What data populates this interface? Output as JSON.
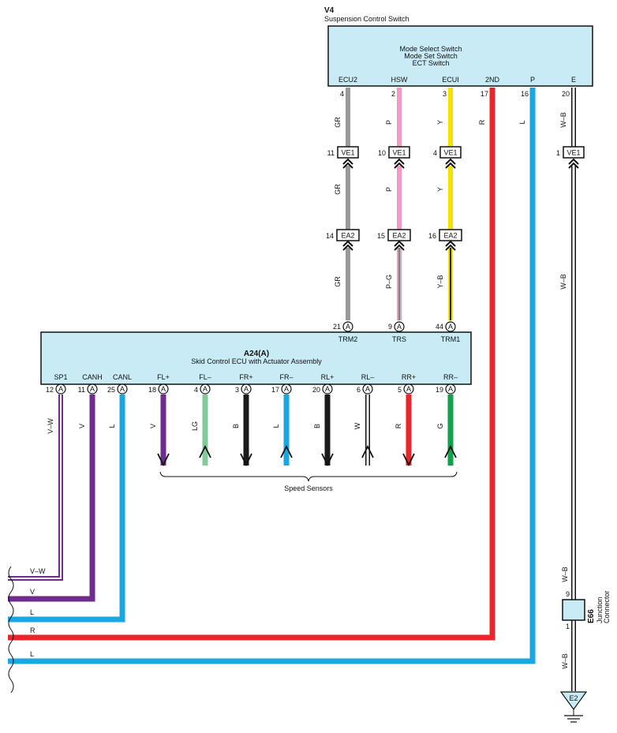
{
  "colors": {
    "box_fill": "#c9ebf6",
    "GR": "#999999",
    "P": "#f29ac4",
    "Y": "#f4e100",
    "R": "#e8262b",
    "L": "#1aa6e0",
    "V": "#6e2c8e",
    "LG": "#82c99b",
    "B": "#1a1a1a",
    "G": "#12a04a",
    "W": "#ffffff",
    "WB": "#ffffff",
    "VW": "#6e2c8e",
    "PG": "#f29ac4",
    "YB": "#f4e100"
  },
  "v4": {
    "code": "V4",
    "title": "Suspension Control Switch",
    "lines": [
      "Mode Select Switch",
      "Mode Set Switch",
      "ECT Switch"
    ],
    "pins": [
      {
        "name": "ECU2",
        "num": "4",
        "wire": "GR"
      },
      {
        "name": "HSW",
        "num": "2",
        "wire": "P"
      },
      {
        "name": "ECUI",
        "num": "3",
        "wire": "Y"
      },
      {
        "name": "2ND",
        "num": "17",
        "wire": "R"
      },
      {
        "name": "P",
        "num": "16",
        "wire": "L"
      },
      {
        "name": "E",
        "num": "20",
        "wire": "W–B"
      }
    ]
  },
  "ve1": {
    "label": "VE1",
    "pins": [
      "11",
      "10",
      "4",
      "1"
    ]
  },
  "mid_wires": [
    "GR",
    "P",
    "Y",
    "W–B"
  ],
  "ea2": {
    "label": "EA2",
    "pins": [
      "14",
      "15",
      "16"
    ]
  },
  "low_wires": [
    "GR",
    "P–G",
    "Y–B"
  ],
  "a24": {
    "code": "A24(A)",
    "title": "Skid Control ECU with Actuator Assembly",
    "top_pins": [
      {
        "num": "21",
        "name": "TRM2"
      },
      {
        "num": "9",
        "name": "TRS"
      },
      {
        "num": "44",
        "name": "TRM1"
      }
    ],
    "connector_letter": "A",
    "bottom_pins": [
      {
        "name": "SP1",
        "num": "12",
        "wire": "V–W"
      },
      {
        "name": "CANH",
        "num": "11",
        "wire": "V"
      },
      {
        "name": "CANL",
        "num": "25",
        "wire": "L"
      },
      {
        "name": "FL+",
        "num": "18",
        "wire": "V"
      },
      {
        "name": "FL–",
        "num": "4",
        "wire": "LG"
      },
      {
        "name": "FR+",
        "num": "3",
        "wire": "B"
      },
      {
        "name": "FR–",
        "num": "17",
        "wire": "L"
      },
      {
        "name": "RL+",
        "num": "20",
        "wire": "B"
      },
      {
        "name": "RL–",
        "num": "6",
        "wire": "W"
      },
      {
        "name": "RR+",
        "num": "5",
        "wire": "R"
      },
      {
        "name": "RR–",
        "num": "19",
        "wire": "G"
      }
    ]
  },
  "speed_sensors_label": "Speed Sensors",
  "left_wires": [
    "V–W",
    "V",
    "L",
    "R",
    "L"
  ],
  "e66": {
    "code": "E66",
    "name_line1": "Junction",
    "name_line2": "Connector",
    "pin_top": "9",
    "pin_bottom": "1",
    "wire_top": "W–B",
    "wire_bottom": "W–B"
  },
  "ground": {
    "label": "E2"
  }
}
